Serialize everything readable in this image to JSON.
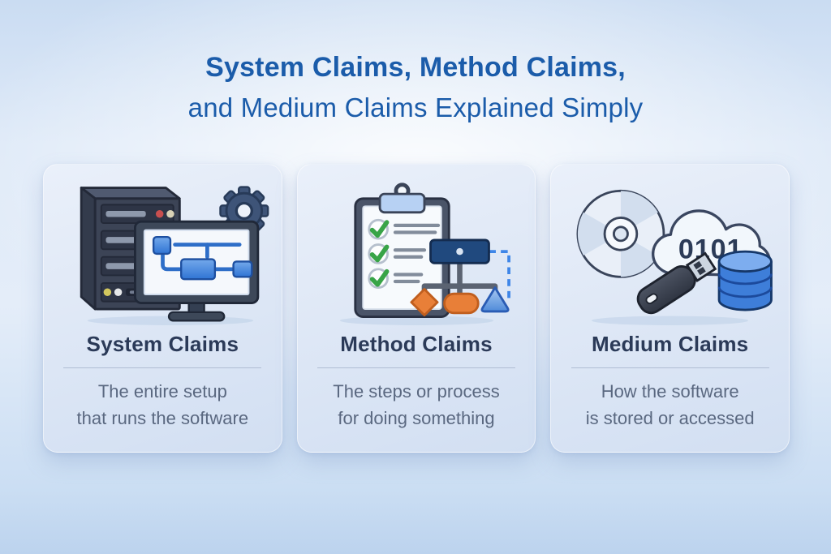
{
  "title": {
    "line1": "System Claims, Method Claims,",
    "line2": "and Medium Claims Explained Simply"
  },
  "cards": [
    {
      "heading": "System Claims",
      "desc_line1": "The entire setup",
      "desc_line2": "that runs the software",
      "icon": "server-monitor-gear-icon"
    },
    {
      "heading": "Method Claims",
      "desc_line1": "The steps or process",
      "desc_line2": "for doing something",
      "icon": "clipboard-checklist-flowchart-icon"
    },
    {
      "heading": "Medium Claims",
      "desc_line1": "How the software",
      "desc_line2": "is stored or accessed",
      "icon": "cd-cloud-usb-database-icon",
      "cloud_binary_label": "0101"
    }
  ],
  "colors": {
    "title_blue": "#1b5caa",
    "heading_navy": "#2b3a58",
    "body_gray_blue": "#5a6880",
    "card_background": "#dde6f4",
    "page_background_center": "#eef4fb",
    "page_background_edge": "#c7daf1",
    "accent_blue": "#3f7fd0",
    "accent_orange": "#e87f38",
    "accent_green": "#38a447",
    "dark_slate": "#3c4456"
  }
}
